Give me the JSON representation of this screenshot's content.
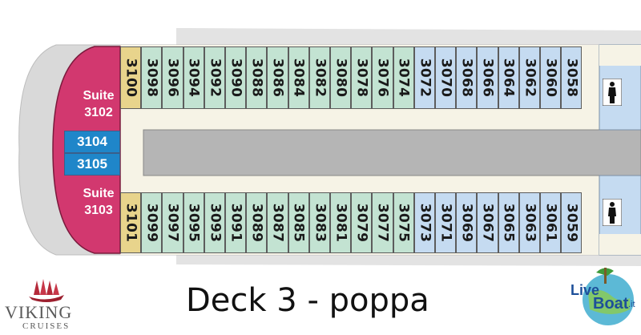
{
  "deck_title": "Deck 3 - poppa",
  "brand": {
    "name": "VIKING",
    "sub": "CRUISES"
  },
  "watermark": {
    "live": "Live",
    "boat": "Boat",
    "suffix": ".it"
  },
  "suites": {
    "top_label": "Suite",
    "top_number": "3102",
    "bottom_label": "Suite",
    "bottom_number": "3103"
  },
  "middle_cabins": [
    "3104",
    "3105"
  ],
  "top_cabins": [
    "3100",
    "3098",
    "3096",
    "3094",
    "3092",
    "3090",
    "3088",
    "3086",
    "3084",
    "3082",
    "3080",
    "3078",
    "3076",
    "3074",
    "3072",
    "3070",
    "3068",
    "3066",
    "3064",
    "3062",
    "3060",
    "3058"
  ],
  "bottom_cabins": [
    "3101",
    "3099",
    "3097",
    "3095",
    "3093",
    "3091",
    "3089",
    "3087",
    "3085",
    "3083",
    "3081",
    "3079",
    "3077",
    "3075",
    "3073",
    "3071",
    "3069",
    "3067",
    "3065",
    "3063",
    "3061",
    "3059"
  ],
  "cabin_categories": {
    "gold": [
      "3100",
      "3101"
    ],
    "blue_from": "3072"
  },
  "colors": {
    "suite": "#d2386f",
    "gold_cabin": "#e8d48c",
    "standard_cabin": "#c3e3d2",
    "blue_cabin": "#c5dbf1",
    "middle_cabin": "#1f86c9",
    "corridor": "#f6f3e6",
    "hull": "#dcdcdc",
    "atrium": "#b5b5b5"
  },
  "icons": [
    "restroom-icon-top",
    "restroom-icon-bottom",
    "viking-longship-logo",
    "liveboat-globe-logo"
  ]
}
